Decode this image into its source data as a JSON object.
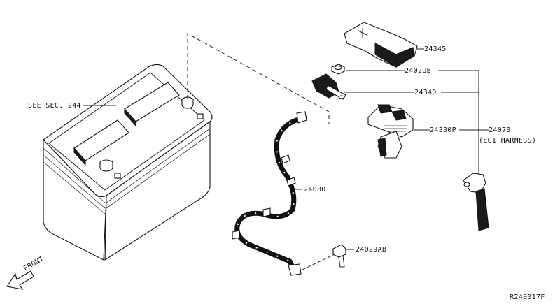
{
  "parts": {
    "p24345": "24345",
    "p2402ub": "2402UB",
    "p24340": "24340",
    "p24380p": "24380P",
    "p24078": "24078",
    "p24078_note": "(EGI HARNESS)",
    "p24080": "24080",
    "p24029ab": "24029AB",
    "see_sec": "SEE SEC. 244"
  },
  "front_label": "FRONT",
  "drawing_code": "R240017F"
}
